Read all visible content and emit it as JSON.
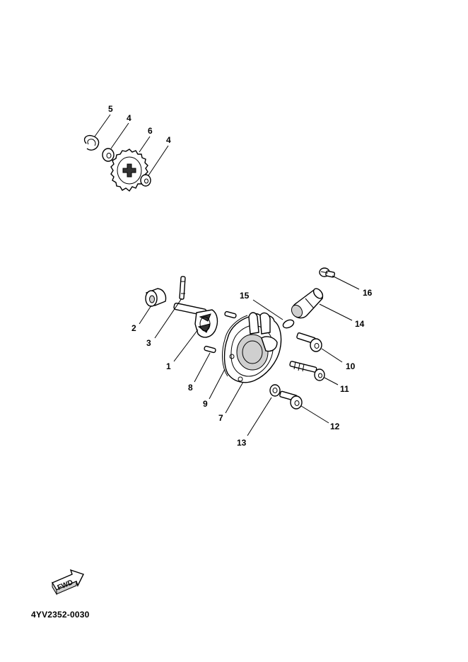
{
  "diagram_code": "4YV2352-0030",
  "fwd_label": "FWD",
  "callouts": {
    "c1": "1",
    "c2": "2",
    "c3": "3",
    "c4a": "4",
    "c4b": "4",
    "c5": "5",
    "c6": "6",
    "c7": "7",
    "c8": "8",
    "c9": "9",
    "c10": "10",
    "c11": "11",
    "c12": "12",
    "c13": "13",
    "c14": "14",
    "c15": "15",
    "c16": "16"
  }
}
